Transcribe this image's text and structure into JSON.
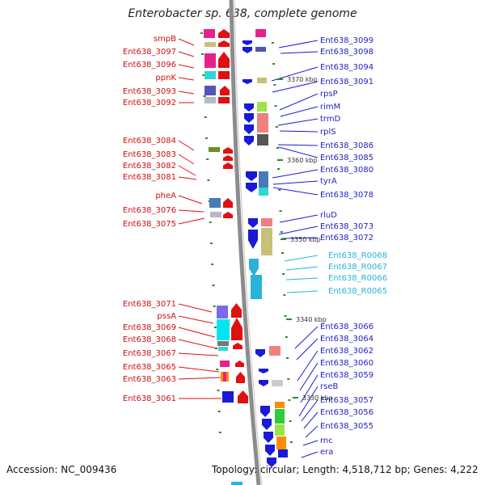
{
  "title": "Enterobacter sp. 638, complete genome",
  "footer": {
    "accession": "Accession: NC_009436",
    "topology": "Topology: circular; Length: 4,518,712 bp; Genes: 4,222"
  },
  "scale_marks": [
    "3370 kbp",
    "3360 kbp",
    "3350 kbp",
    "3340 kbp",
    "3330 kbp"
  ],
  "genes_left": [
    "smpB",
    "Ent638_3097",
    "Ent638_3096",
    "ppnK",
    "Ent638_3093",
    "Ent638_3092",
    "Ent638_3084",
    "Ent638_3083",
    "Ent638_3082",
    "Ent638_3081",
    "pheA",
    "Ent638_3076",
    "Ent638_3075",
    "Ent638_3071",
    "pssA",
    "Ent638_3069",
    "Ent638_3068",
    "Ent638_3067",
    "Ent638_3065",
    "Ent638_3063",
    "Ent638_3061"
  ],
  "genes_right": [
    "Ent638_3099",
    "Ent638_3098",
    "Ent638_3094",
    "Ent638_3091",
    "rpsP",
    "rimM",
    "trmD",
    "rplS",
    "Ent638_3086",
    "Ent638_3085",
    "Ent638_3080",
    "tyrA",
    "Ent638_3078",
    "rluD",
    "Ent638_3073",
    "Ent638_3072",
    "Ent638_R0068",
    "Ent638_R0067",
    "Ent638_R0066",
    "Ent638_R0065",
    "Ent638_3066",
    "Ent638_3064",
    "Ent638_3062",
    "Ent638_3060",
    "Ent638_3059",
    "rseB",
    "Ent638_3057",
    "Ent638_3056",
    "Ent638_3055",
    "rnc",
    "era"
  ],
  "colors": {
    "forward_strand": "#e01010",
    "reverse_strand": "#1a1ad6",
    "rna_gene": "#2ab3d9",
    "backbone": "#8c8c8c",
    "tick": "#2a8a2a"
  }
}
